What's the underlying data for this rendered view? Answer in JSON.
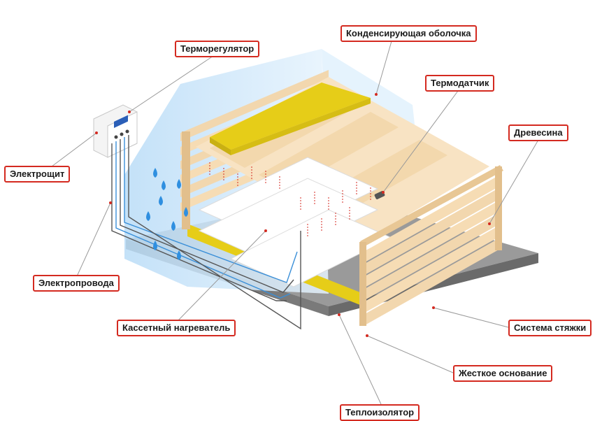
{
  "labels": {
    "termoregulyator": "Терморегулятор",
    "kondensiruyushchaya": "Конденсирующая оболочка",
    "termodatchik": "Термодатчик",
    "drevesina": "Древесина",
    "elektroshchit": "Электрощит",
    "elektroprovoda": "Электропровода",
    "kassetny": "Кассетный нагреватель",
    "sistema_styazhki": "Система стяжки",
    "zhestkoe_osnovanie": "Жесткое основание",
    "teploizolyator": "Теплоизолятор"
  },
  "colors": {
    "accent_red": "#d42a20",
    "wood": "#f6dcb4",
    "wood_dark": "#e2bf8c",
    "insulation_yellow": "#e6cd18",
    "shell_blue": "#d3eafb",
    "base_gray": "#8e8e8e",
    "water_drop": "#2f8fe0"
  },
  "icons": [
    "water-drop-icon",
    "thermostat-display-icon",
    "heat-arrow-icon"
  ]
}
